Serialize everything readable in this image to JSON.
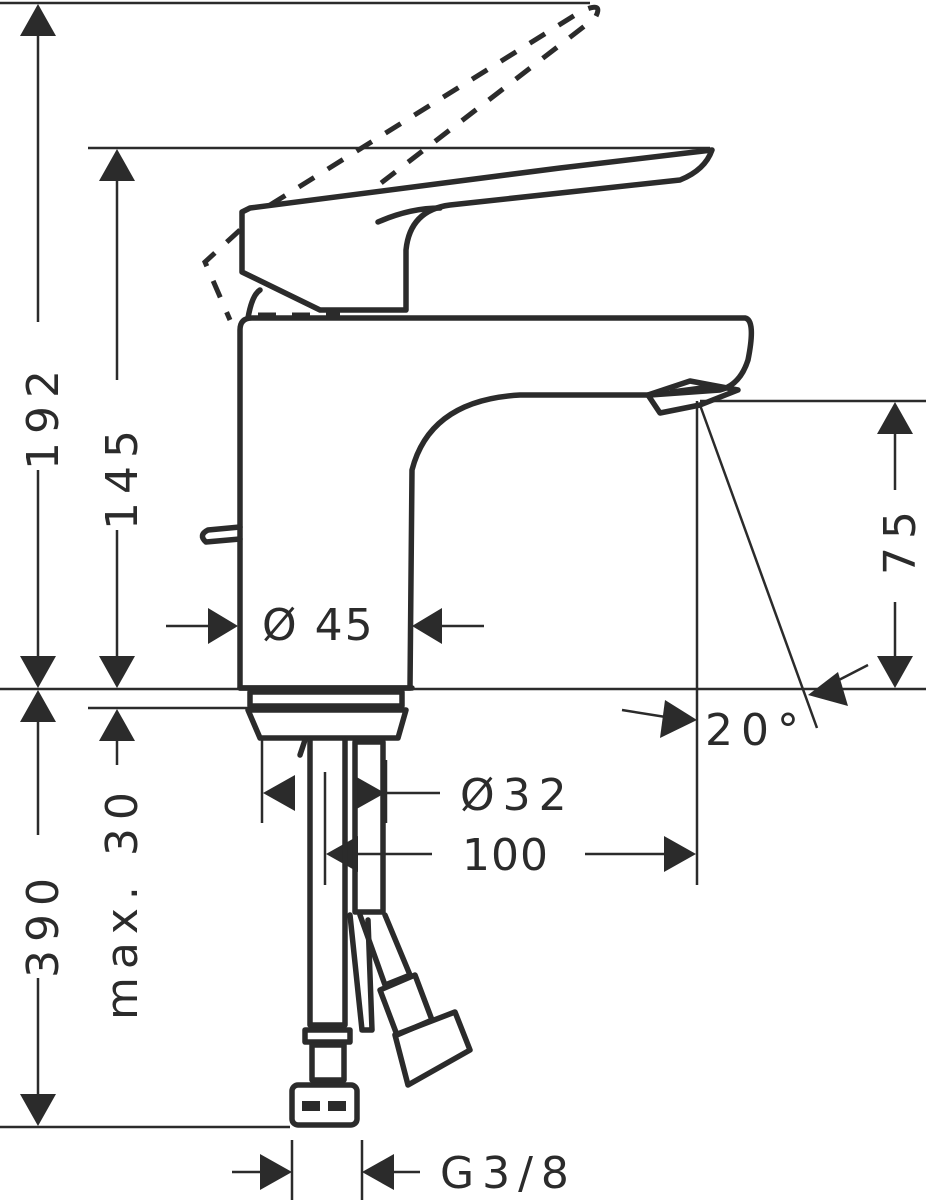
{
  "drawing": {
    "title": "Basin mixer dimensional drawing",
    "line_color": "#2b2b2b",
    "background": "#ffffff",
    "dimensions": {
      "total_height": "192",
      "spout_lever_height": "145",
      "spout_outlet_height": "75",
      "body_diameter": "Ø 45",
      "shank_diameter": "Ø32",
      "spout_projection": "100",
      "max_counter_thickness": "max. 30",
      "hose_length": "390",
      "spout_angle": "20°",
      "connection_thread": "G3/8"
    }
  }
}
